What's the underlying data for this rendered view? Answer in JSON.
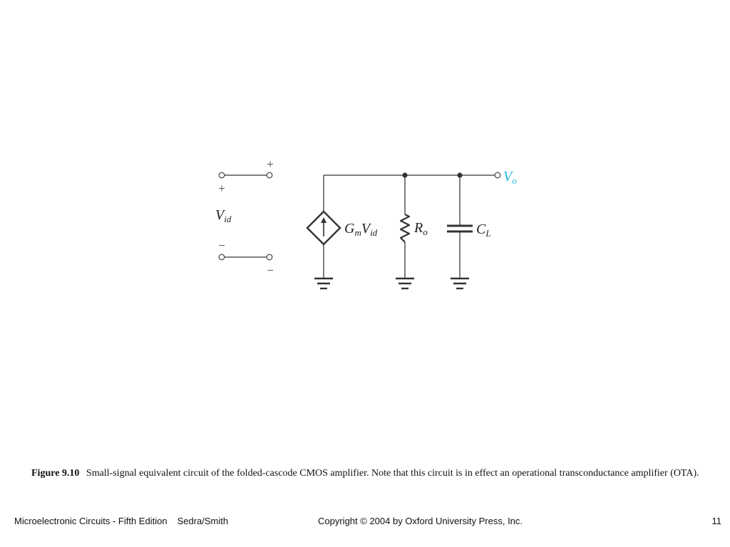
{
  "diagram": {
    "input_plus_top": "+",
    "input_plus_left": "+",
    "input_minus_left": "−",
    "input_minus_bottom": "−",
    "vid_main": "V",
    "vid_sub": "id",
    "source_label": {
      "g": "G",
      "g_sub": "m",
      "v": "V",
      "v_sub": "id"
    },
    "resistor_label": {
      "main": "R",
      "sub": "o"
    },
    "capacitor_label": {
      "main": "C",
      "sub": "L"
    },
    "output_label": {
      "main": "V",
      "sub": "o"
    },
    "output_color": "#21b6df"
  },
  "caption": {
    "figure_number": "Figure 9.10",
    "text": "Small-signal equivalent circuit of the folded-cascode CMOS amplifier. Note that this circuit is in effect an operational transconductance amplifier (OTA)."
  },
  "footer": {
    "book": "Microelectronic Circuits - Fifth Edition",
    "authors": "Sedra/Smith",
    "copyright": "Copyright © 2004 by Oxford University Press, Inc.",
    "page": "11"
  }
}
